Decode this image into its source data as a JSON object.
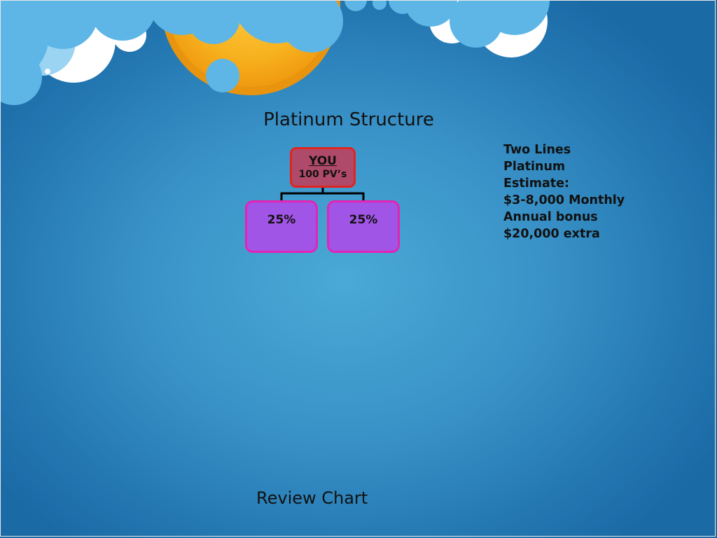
{
  "slide": {
    "title": "Platinum Structure",
    "footer": "Review Chart"
  },
  "tree": {
    "root": {
      "label": "YOU",
      "sublabel": "100 PV’s"
    },
    "children": [
      {
        "label": "25%"
      },
      {
        "label": "25%"
      }
    ]
  },
  "info": {
    "lines": [
      "Two Lines",
      "Platinum",
      "Estimate:",
      "$3-8,000 Monthly",
      "Annual bonus",
      "$20,000 extra"
    ]
  },
  "colors": {
    "root_fill": "#b04a6a",
    "root_border": "#e0241f",
    "child_fill": "#a155e6",
    "child_border": "#e423b5",
    "sun": "#f6a81a",
    "cloud_light": "#5eb6e6",
    "cloud_white": "#ffffff"
  },
  "icons": [
    "sun-icon",
    "cloud-icon"
  ]
}
